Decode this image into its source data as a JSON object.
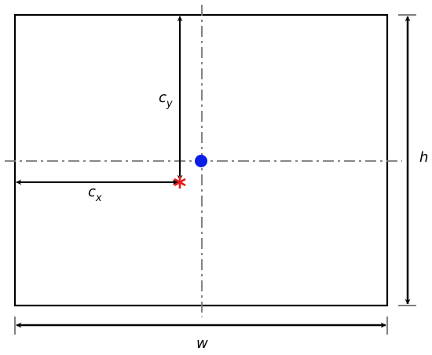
{
  "labels": {
    "width": "w",
    "height": "h",
    "cx_main": "c",
    "cx_sub": "x",
    "cy_main": "c",
    "cy_sub": "y"
  },
  "colors": {
    "outline": "#000000",
    "axis_line": "#777777",
    "center_dot": "#0a1ee6",
    "offset_marker": "#e81a1a"
  },
  "markers": {
    "center": "filled-circle",
    "offset_point": "asterisk"
  }
}
